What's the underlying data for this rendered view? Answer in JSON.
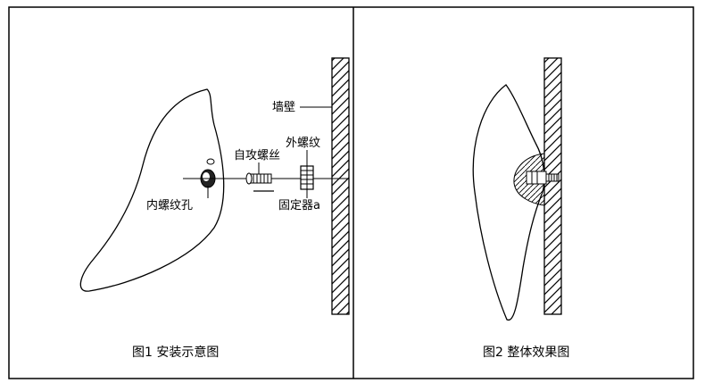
{
  "figure1": {
    "caption": "图1 安装示意图",
    "labels": {
      "wall": "墙壁",
      "outer_thread": "外螺纹",
      "self_tapping_screw": "自攻螺丝",
      "inner_thread_hole": "内螺纹孔",
      "fixer": "固定器a"
    }
  },
  "figure2": {
    "caption": "图2 整体效果图"
  }
}
